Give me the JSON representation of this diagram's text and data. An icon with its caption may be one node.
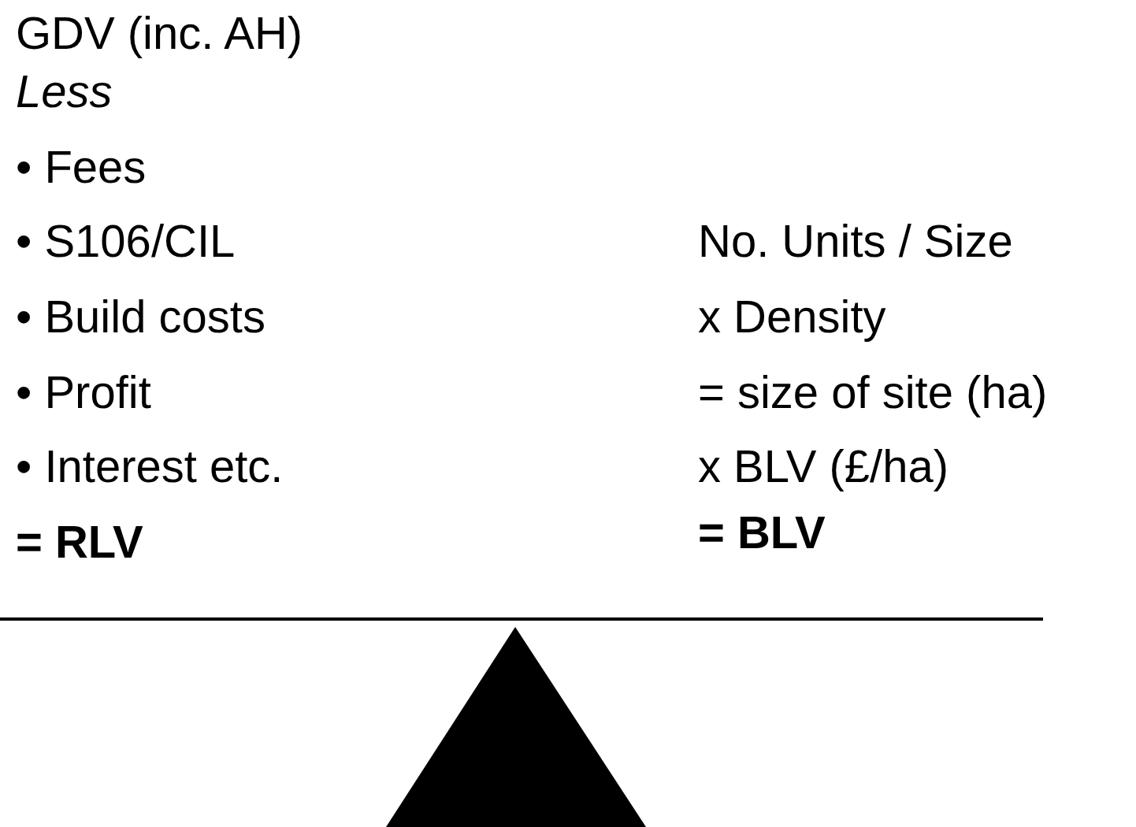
{
  "diagram": {
    "labels": [
      "GDV (inc. AH)",
      "Less",
      "• Fees",
      "• S106/CIL",
      "• Build costs",
      "• Profit",
      "• Interest etc.",
      "= RLV",
      "No. Units / Size",
      "x Density",
      "= size of site (ha)",
      "x BLV (£/ha)",
      "= BLV"
    ]
  }
}
